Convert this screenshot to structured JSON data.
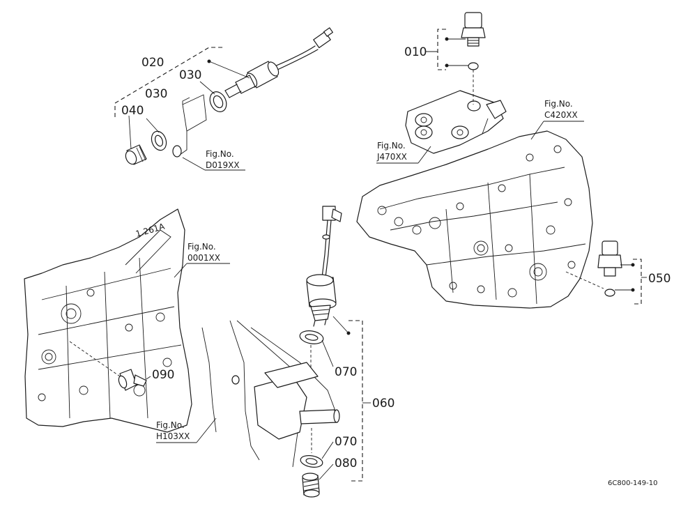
{
  "callouts": {
    "p010": "010",
    "p020": "020",
    "p030a": "030",
    "p030b": "030",
    "p040": "040",
    "p050": "050",
    "p060": "060",
    "p070a": "070",
    "p070b": "070",
    "p080": "080",
    "p090": "090"
  },
  "fig_refs": {
    "d019": {
      "label": "Fig.No.",
      "code": "D019XX"
    },
    "c420": {
      "label": "Fig.No.",
      "code": "C420XX"
    },
    "j470": {
      "label": "Fig.No.",
      "code": "J470XX"
    },
    "f0001": {
      "label": "Fig.No.",
      "code": "0001XX"
    },
    "h103": {
      "label": "Fig.No.",
      "code": "H103XX"
    }
  },
  "stamp": "1.261A",
  "drawing_code": "6C800-149-10"
}
